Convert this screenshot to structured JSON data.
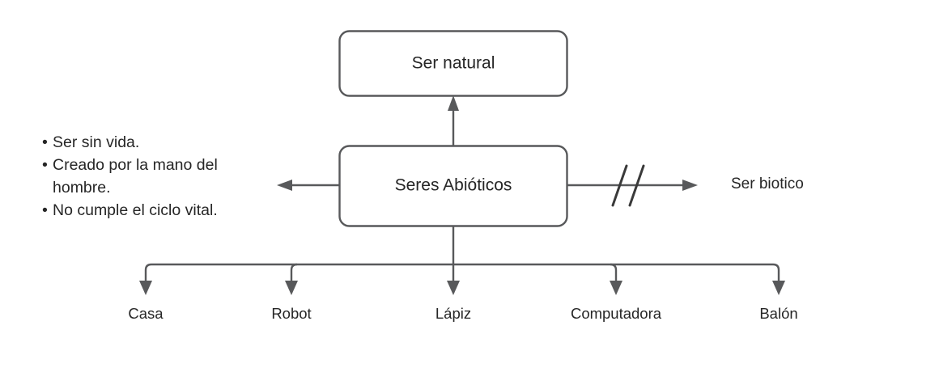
{
  "diagram": {
    "title_node": {
      "label": "Ser natural"
    },
    "center_node": {
      "label": "Seres Abióticos"
    },
    "right_node": {
      "label": "Ser biotico"
    },
    "negation_marker": "double-slash",
    "attributes": {
      "bullet_char": "•",
      "items": [
        "Ser sin vida.",
        "Creado por la mano del",
        "hombre.",
        "No cumple el ciclo vital."
      ]
    },
    "examples": [
      {
        "label": "Casa"
      },
      {
        "label": "Robot"
      },
      {
        "label": "Lápiz"
      },
      {
        "label": "Computadora"
      },
      {
        "label": "Balón"
      }
    ],
    "colors": {
      "stroke": "#58595b",
      "text": "#262626",
      "background": "#ffffff"
    }
  }
}
